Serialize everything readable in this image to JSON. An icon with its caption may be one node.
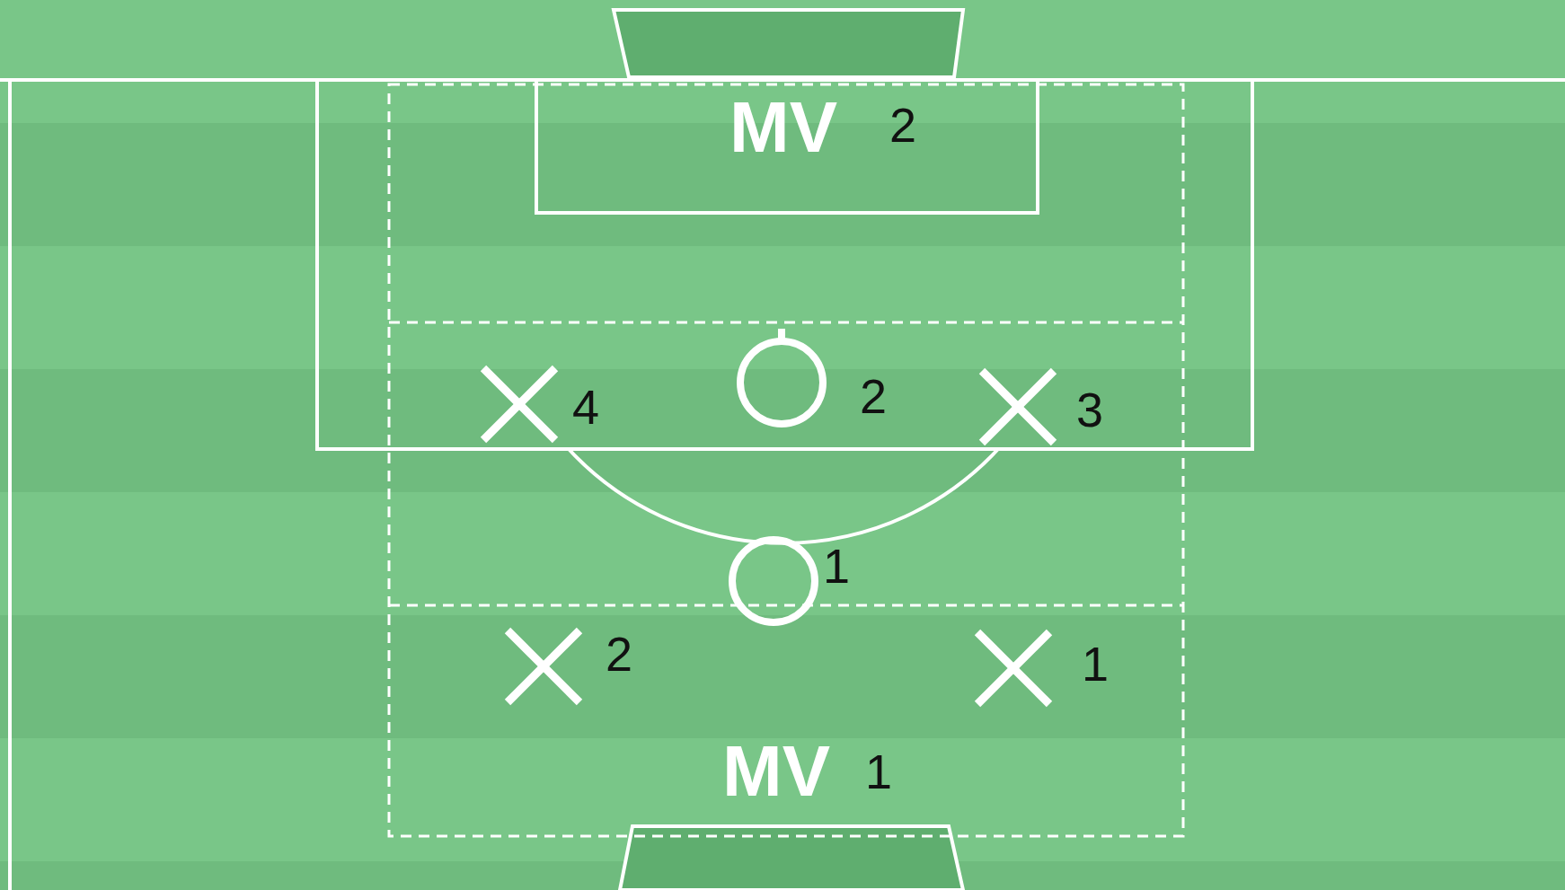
{
  "diagram": {
    "labels": [
      "MV",
      "2",
      "4",
      "2",
      "3",
      "1",
      "2",
      "1",
      "MV",
      "1"
    ]
  }
}
